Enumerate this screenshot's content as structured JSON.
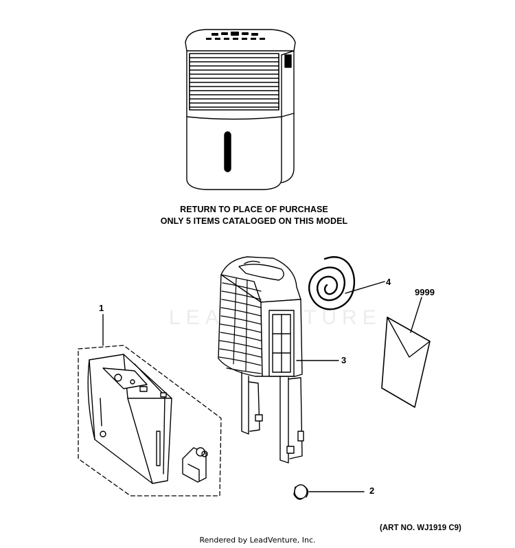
{
  "notice": {
    "line1": "RETURN TO PLACE OF PURCHASE",
    "line2": "ONLY 5 ITEMS CATALOGED ON THIS MODEL"
  },
  "callouts": {
    "part1": "1",
    "part2": "2",
    "part3": "3",
    "part4": "4",
    "part9999": "9999"
  },
  "art_number": "(ART NO. WJ1919 C9)",
  "footer": "Rendered by LeadVenture, Inc.",
  "watermark": "LEADVENTURE"
}
